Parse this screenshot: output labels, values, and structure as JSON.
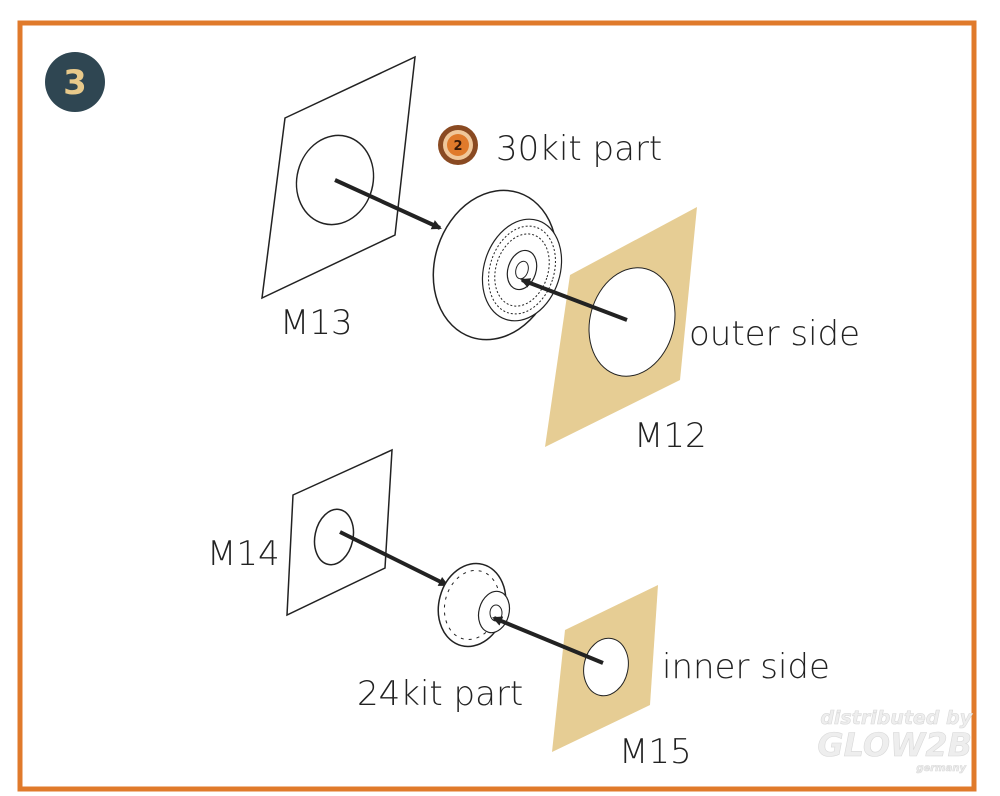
{
  "step_number": "3",
  "colors": {
    "frame": "#e07a2b",
    "badge": "#2f4652",
    "badge_text": "#e8c98a",
    "decal": "#e6cd94",
    "line": "#222222"
  },
  "upper": {
    "mask_inner_label": "M13",
    "kit_part_label": "30kit part",
    "kit_part_icon_number": "2",
    "side_label": "outer side",
    "mask_outer_label": "M12"
  },
  "lower": {
    "mask_inner_label": "M14",
    "kit_part_label": "24kit part",
    "side_label": "inner side",
    "mask_outer_label": "M15"
  },
  "watermark": {
    "line1": "distributed by",
    "line2": "GLOW2B",
    "line3": "germany"
  }
}
